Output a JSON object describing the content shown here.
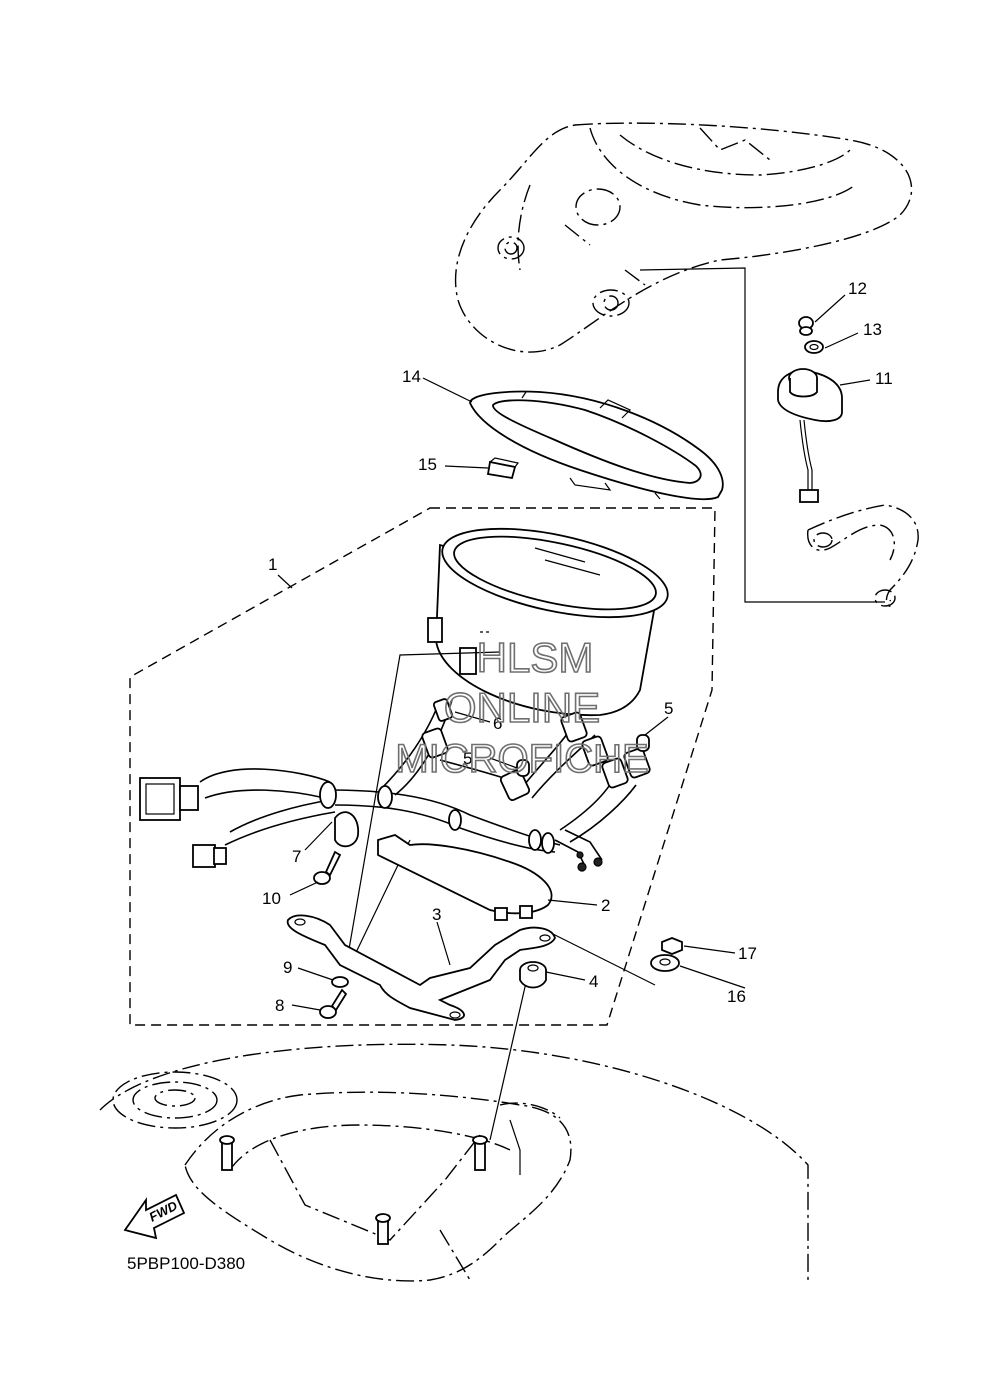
{
  "diagram": {
    "code": "5PBP100-D380",
    "fwd_label": "FWD",
    "watermark": [
      "HLSM",
      "ONLINE",
      "MICROFICHE"
    ],
    "callouts": [
      {
        "id": "c1",
        "text": "1"
      },
      {
        "id": "c2",
        "text": "2"
      },
      {
        "id": "c3",
        "text": "3"
      },
      {
        "id": "c4",
        "text": "4"
      },
      {
        "id": "c5a",
        "text": "5"
      },
      {
        "id": "c5b",
        "text": "5"
      },
      {
        "id": "c6",
        "text": "6"
      },
      {
        "id": "c7",
        "text": "7"
      },
      {
        "id": "c8",
        "text": "8"
      },
      {
        "id": "c9",
        "text": "9"
      },
      {
        "id": "c10",
        "text": "10"
      },
      {
        "id": "c11",
        "text": "11"
      },
      {
        "id": "c12",
        "text": "12"
      },
      {
        "id": "c13",
        "text": "13"
      },
      {
        "id": "c14",
        "text": "14"
      },
      {
        "id": "c15",
        "text": "15"
      },
      {
        "id": "c16",
        "text": "16"
      },
      {
        "id": "c17",
        "text": "17"
      }
    ]
  }
}
